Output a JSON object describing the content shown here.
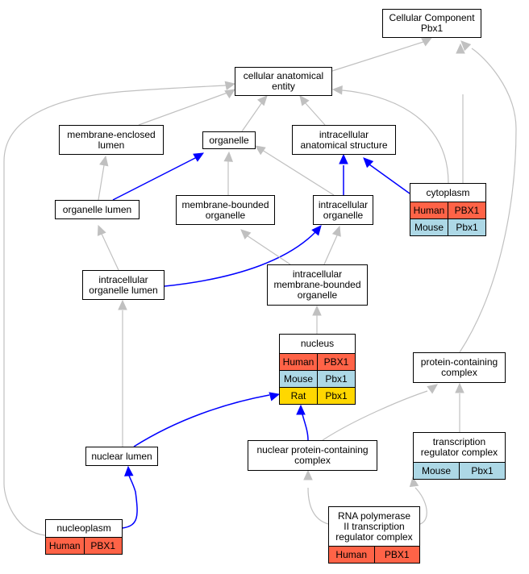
{
  "nodes": {
    "cellular_component": "Cellular Component\nPbx1",
    "cellular_anatomical_entity": "cellular anatomical\nentity",
    "membrane_enclosed_lumen": "membrane-enclosed\nlumen",
    "organelle": "organelle",
    "intracellular_anatomical_structure": "intracellular\nanatomical structure",
    "organelle_lumen": "organelle lumen",
    "membrane_bounded_organelle": "membrane-bounded\norganelle",
    "intracellular_organelle": "intracellular\norganelle",
    "cytoplasm": "cytoplasm",
    "intracellular_organelle_lumen": "intracellular\norganelle lumen",
    "intracellular_membrane_bounded_organelle": "intracellular\nmembrane-bounded\norganelle",
    "nucleus": "nucleus",
    "protein_containing_complex": "protein-containing\ncomplex",
    "nuclear_lumen": "nuclear lumen",
    "nuclear_protein_containing_complex": "nuclear protein-containing\ncomplex",
    "transcription_regulator_complex": "transcription\nregulator complex",
    "nucleoplasm": "nucleoplasm",
    "rna_pol_ii_complex": "RNA polymerase\nII transcription\nregulator complex"
  },
  "annotations": {
    "cytoplasm": [
      [
        "Human",
        "PBX1"
      ],
      [
        "Mouse",
        "Pbx1"
      ]
    ],
    "nucleus": [
      [
        "Human",
        "PBX1"
      ],
      [
        "Mouse",
        "Pbx1"
      ],
      [
        "Rat",
        "Pbx1"
      ]
    ],
    "transcription_regulator_complex": [
      [
        "Mouse",
        "Pbx1"
      ]
    ],
    "nucleoplasm": [
      [
        "Human",
        "PBX1"
      ]
    ],
    "rna_pol_ii_complex": [
      [
        "Human",
        "PBX1"
      ]
    ]
  },
  "colors": {
    "Human": "#ff6347",
    "Mouse": "#add8e6",
    "Rat": "#ffd700",
    "is_a_edge": "#c0c0c0",
    "part_of_edge": "#0000ff"
  }
}
